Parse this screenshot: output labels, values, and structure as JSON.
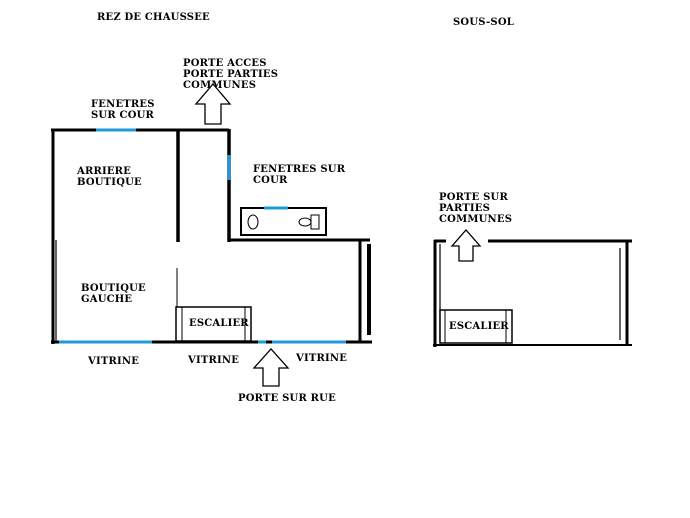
{
  "rez_de_chaussee": {
    "title": "REZ DE CHAUSSEE",
    "porte_acces": [
      "PORTE ACCES",
      "PORTE PARTIES",
      "COMMUNES"
    ],
    "fenetres_sur_cour_top": [
      "FENETRES",
      "SUR COUR"
    ],
    "fenetres_sur_cour_right": [
      "FENETRES SUR",
      "COUR"
    ],
    "arriere_boutique": [
      "ARRIERE",
      "BOUTIQUE"
    ],
    "boutique_gauche": [
      "BOUTIQUE",
      "GAUCHE"
    ],
    "escalier": "ESCALIER",
    "vitrine_left": "VITRINE",
    "vitrine_mid": "VITRINE",
    "vitrine_right": "VITRINE",
    "porte_sur_rue": "PORTE SUR RUE"
  },
  "sous_sol": {
    "title": "SOUS-SOL",
    "porte_sur_parties_communes": [
      "PORTE SUR",
      "PARTIES",
      "COMMUNES"
    ],
    "escalier": "ESCALIER"
  },
  "colors": {
    "wall": "#000000",
    "window": "#1e9ad8",
    "background": "#ffffff"
  }
}
